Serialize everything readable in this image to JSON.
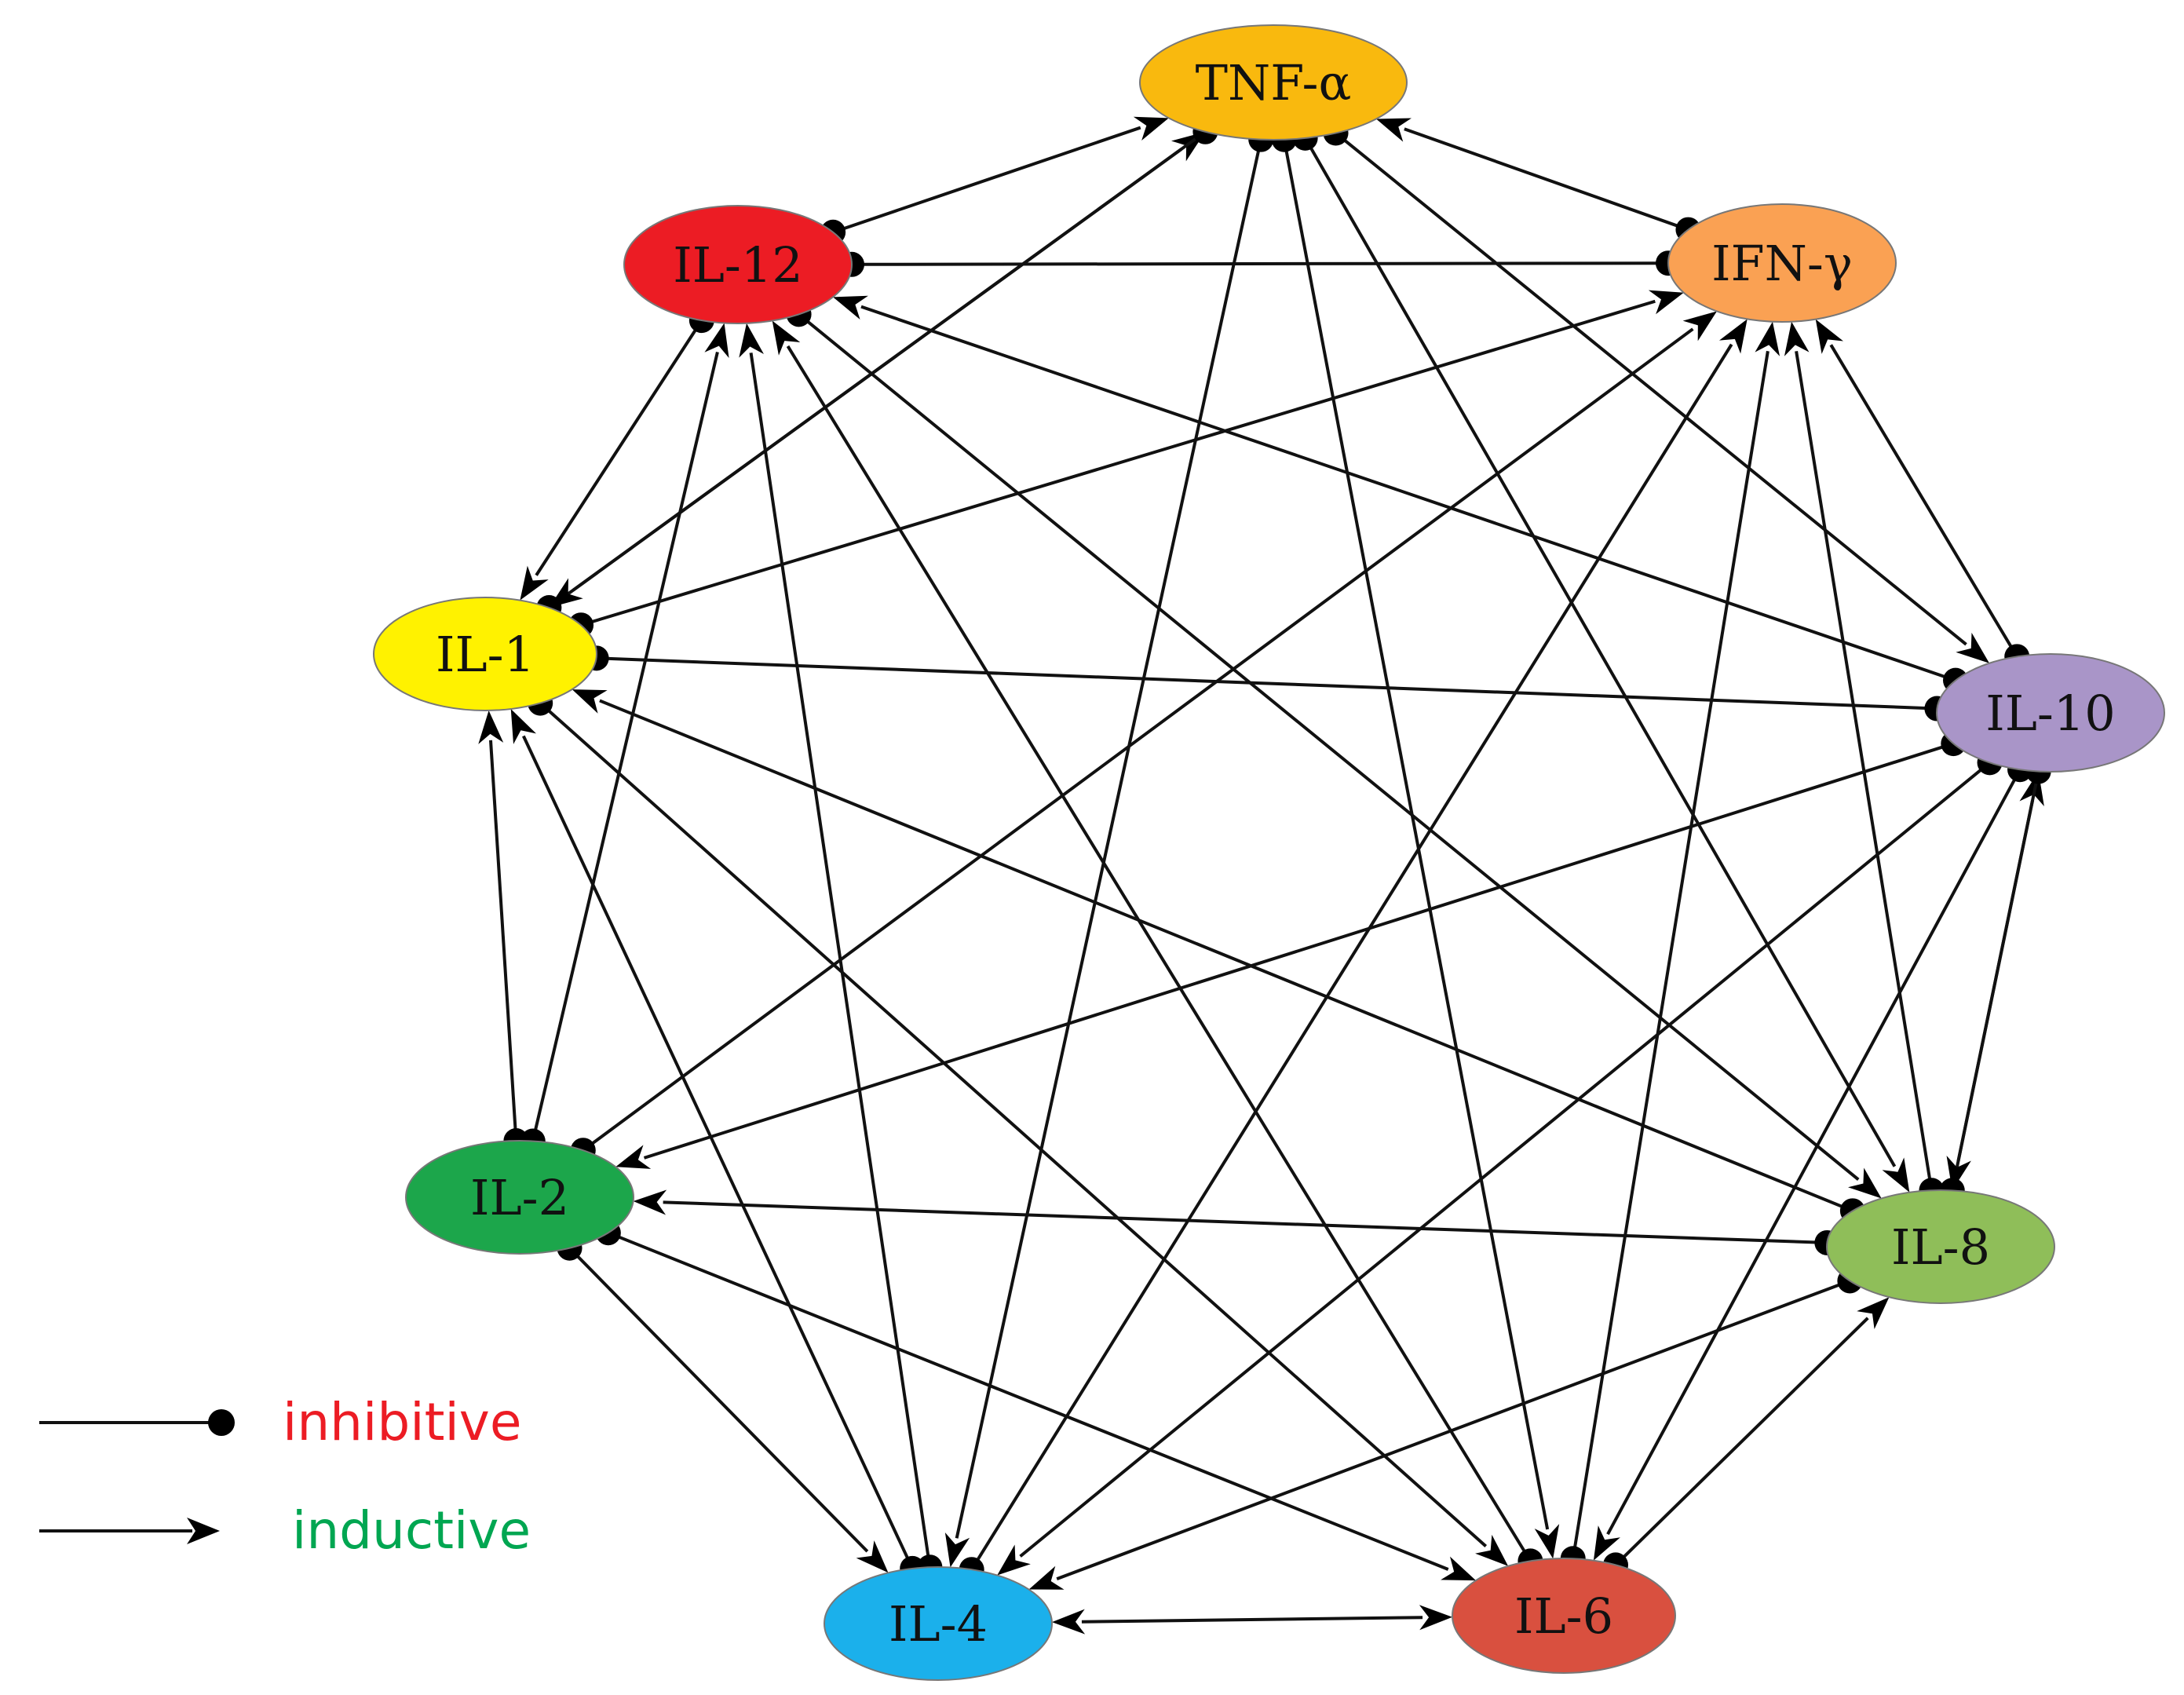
{
  "nodes": [
    {
      "id": "TNF",
      "label": "TNF-α",
      "color": "#F9B90E"
    },
    {
      "id": "IFN",
      "label": "IFN-γ",
      "color": "#FAA153"
    },
    {
      "id": "IL12",
      "label": "IL-12",
      "color": "#EC1C24"
    },
    {
      "id": "IL1",
      "label": "IL-1",
      "color": "#FFF200"
    },
    {
      "id": "IL10",
      "label": "IL-10",
      "color": "#A995C8"
    },
    {
      "id": "IL2",
      "label": "IL-2",
      "color": "#1CA64B"
    },
    {
      "id": "IL8",
      "label": "IL-8",
      "color": "#8FBE59"
    },
    {
      "id": "IL4",
      "label": "IL-4",
      "color": "#1BB0EB"
    },
    {
      "id": "IL6",
      "label": "IL-6",
      "color": "#D9503F"
    }
  ],
  "edges": [
    {
      "from": "IL12",
      "to": "TNF",
      "start": "inhibitive",
      "end": "inductive"
    },
    {
      "from": "IL1",
      "to": "TNF",
      "start": "inhibitive",
      "end": "inductive"
    },
    {
      "from": "IFN",
      "to": "TNF",
      "start": "inhibitive",
      "end": "inductive"
    },
    {
      "from": "TNF",
      "to": "IL1",
      "start": "inhibitive",
      "end": "inductive"
    },
    {
      "from": "TNF",
      "to": "IL4",
      "start": "inhibitive",
      "end": "inductive"
    },
    {
      "from": "TNF",
      "to": "IL6",
      "start": "inhibitive",
      "end": "inductive"
    },
    {
      "from": "TNF",
      "to": "IL8",
      "start": "inhibitive",
      "end": "inductive"
    },
    {
      "from": "TNF",
      "to": "IL10",
      "start": "inhibitive",
      "end": "inductive"
    },
    {
      "from": "IL12",
      "to": "IFN",
      "start": "inhibitive",
      "end": "inhibitive"
    },
    {
      "from": "IL12",
      "to": "IL1",
      "start": "inhibitive",
      "end": "inductive"
    },
    {
      "from": "IL12",
      "to": "IL8",
      "start": "inhibitive",
      "end": "inductive"
    },
    {
      "from": "IL10",
      "to": "IL12",
      "start": "inhibitive",
      "end": "inductive"
    },
    {
      "from": "IL2",
      "to": "IL12",
      "start": "inhibitive",
      "end": "inductive"
    },
    {
      "from": "IL4",
      "to": "IL12",
      "start": "inhibitive",
      "end": "inductive"
    },
    {
      "from": "IL6",
      "to": "IL12",
      "start": "inhibitive",
      "end": "inductive"
    },
    {
      "from": "IL1",
      "to": "IFN",
      "start": "inhibitive",
      "end": "inductive"
    },
    {
      "from": "IL1",
      "to": "IL10",
      "start": "inhibitive",
      "end": "inhibitive"
    },
    {
      "from": "IL1",
      "to": "IL6",
      "start": "inhibitive",
      "end": "inductive"
    },
    {
      "from": "IL2",
      "to": "IL1",
      "start": "inhibitive",
      "end": "inductive"
    },
    {
      "from": "IL4",
      "to": "IL1",
      "start": "inhibitive",
      "end": "inductive"
    },
    {
      "from": "IL8",
      "to": "IL1",
      "start": "inhibitive",
      "end": "inductive"
    },
    {
      "from": "IL2",
      "to": "IFN",
      "start": "inhibitive",
      "end": "inductive"
    },
    {
      "from": "IL4",
      "to": "IFN",
      "start": "inhibitive",
      "end": "inductive"
    },
    {
      "from": "IL6",
      "to": "IFN",
      "start": "inhibitive",
      "end": "inductive"
    },
    {
      "from": "IL8",
      "to": "IFN",
      "start": "inhibitive",
      "end": "inductive"
    },
    {
      "from": "IL10",
      "to": "IFN",
      "start": "inhibitive",
      "end": "inductive"
    },
    {
      "from": "IL10",
      "to": "IL2",
      "start": "inhibitive",
      "end": "inductive"
    },
    {
      "from": "IL10",
      "to": "IL4",
      "start": "inhibitive",
      "end": "inductive"
    },
    {
      "from": "IL10",
      "to": "IL6",
      "start": "inhibitive",
      "end": "inductive"
    },
    {
      "from": "IL8",
      "to": "IL10",
      "start": "inhibitive",
      "end": "inductive"
    },
    {
      "from": "IL10",
      "to": "IL8",
      "start": "inhibitive",
      "end": "inductive"
    },
    {
      "from": "IL8",
      "to": "IL2",
      "start": "inhibitive",
      "end": "inductive"
    },
    {
      "from": "IL8",
      "to": "IL4",
      "start": "inhibitive",
      "end": "inductive"
    },
    {
      "from": "IL6",
      "to": "IL8",
      "start": "inhibitive",
      "end": "inductive"
    },
    {
      "from": "IL2",
      "to": "IL4",
      "start": "inhibitive",
      "end": "inductive"
    },
    {
      "from": "IL2",
      "to": "IL6",
      "start": "inhibitive",
      "end": "inductive"
    },
    {
      "from": "IL4",
      "to": "IL6",
      "start": "inductive",
      "end": "inductive"
    }
  ],
  "legend": [
    {
      "kind": "inhibitive",
      "label": "inhibitive",
      "color": "#EC1C24"
    },
    {
      "kind": "inductive",
      "label": "inductive",
      "color": "#00A651"
    }
  ]
}
